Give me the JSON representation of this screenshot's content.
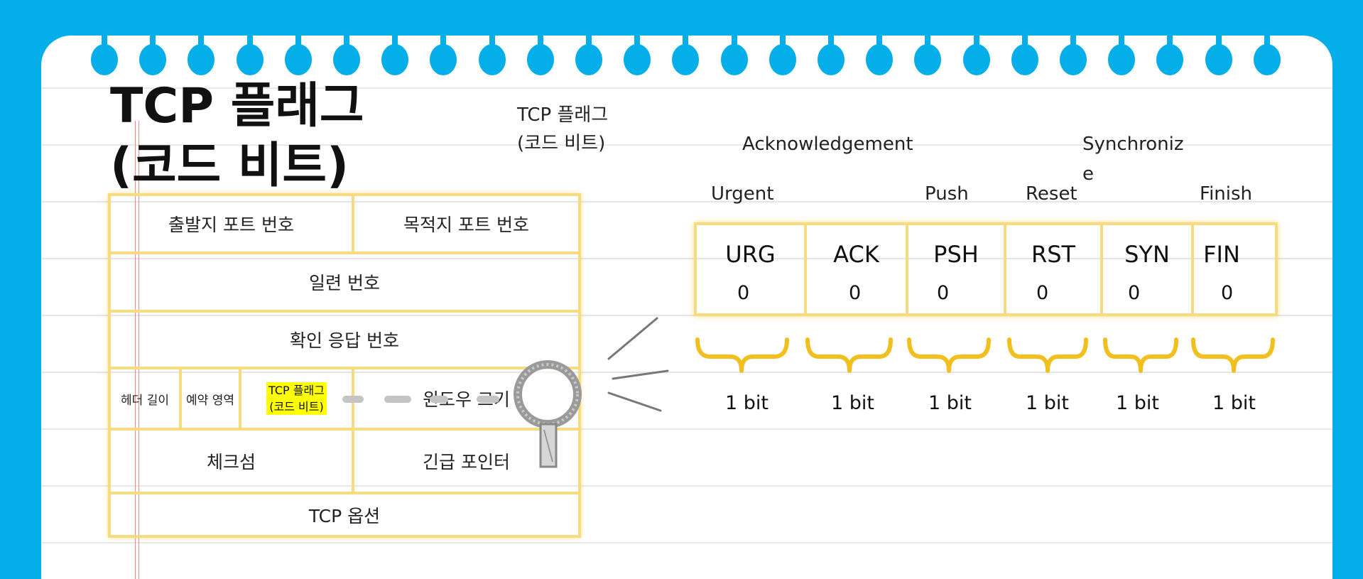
{
  "title": {
    "line1": "TCP 플래그",
    "line2": "(코드 비트)"
  },
  "subtitle": {
    "line1": "TCP 플래그",
    "line2": "(코드 비트)"
  },
  "header_table": {
    "source_port": "출발지 포트 번호",
    "dest_port": "목적지 포트 번호",
    "sequence": "일련 번호",
    "ack_number": "확인 응답 번호",
    "header_length": "헤더 길이",
    "reserved": "예약 영역",
    "flags_line1": "TCP 플래그",
    "flags_line2": "(코드 비트)",
    "window_size": "윈도우 크기",
    "checksum": "체크섬",
    "urgent_pointer": "긴급 포인터",
    "options": "TCP 옵션"
  },
  "flags": [
    {
      "abbr": "URG",
      "value": "0",
      "bits": "1 bit"
    },
    {
      "abbr": "ACK",
      "value": "0",
      "bits": "1 bit"
    },
    {
      "abbr": "PSH",
      "value": "0",
      "bits": "1 bit"
    },
    {
      "abbr": "RST",
      "value": "0",
      "bits": "1 bit"
    },
    {
      "abbr": "SYN",
      "value": "0",
      "bits": "1 bit"
    },
    {
      "abbr": "FIN",
      "value": "0",
      "bits": "1 bit"
    }
  ],
  "flag_names": {
    "urgent": "Urgent",
    "acknowledgement": "Acknowledgement",
    "push": "Push",
    "reset": "Reset",
    "synchronize_part1": "Synchroniz",
    "synchronize_part2": "e",
    "finish": "Finish"
  },
  "colors": {
    "background": "#03aee9",
    "table_border": "#f6dc7e",
    "brace": "#f2c01e",
    "highlight": "#ffff00",
    "margin_line": "#e98a8a"
  },
  "icons": [
    "magnifier-icon",
    "spiral-hole-icon"
  ]
}
